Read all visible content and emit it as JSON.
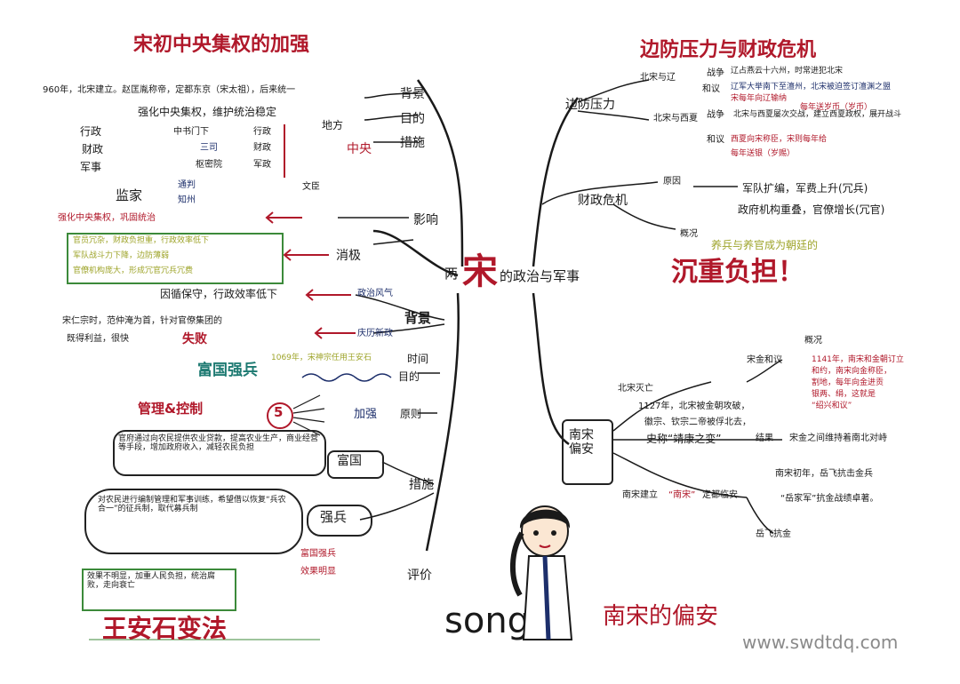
{
  "center": {
    "pre": "两",
    "big": "宋",
    "post": "的政治与军事"
  },
  "left_top": {
    "title": "宋初中央集权的加强",
    "bg": "背景",
    "purpose": "目的",
    "measure": "措施",
    "line1": "960年，北宋建立。赵匡胤称帝，定都东京（宋太祖），后来统一",
    "line2": "强化中央集权，维护统治稳定",
    "local": "地方",
    "centre": "中央",
    "mil": "军事",
    "fin": "财政",
    "adm": "行政",
    "shu": "枢密院",
    "san": "三司",
    "zhong": "中书门下",
    "jun": "军政",
    "cai": "财政",
    "xing": "行政",
    "zhi": "知州",
    "jianjia": "监家",
    "tongpan": "通判",
    "wen": "文臣",
    "effect_label": "影响",
    "pos_effect": "强化中央集权，巩固统治",
    "neg_effect": "消极",
    "neg1": "官员冗杂，财政负担重，行政效率低下",
    "neg2": "军队战斗力下降，边防薄弱",
    "neg3": "官僚机构庞大，形成冗官冗兵冗费"
  },
  "left_mid": {
    "bg_label": "背景",
    "bg_item1": "因循保守，行政效率低下",
    "bg_tag1": "政治风气",
    "bg_tag2": "庆历新政",
    "bg_item2a": "宋仁宗时，范仲淹为首，针对官僚集团的",
    "bg_item2b": "既得利益，很快",
    "bg_fail": "失败",
    "time_label": "时间",
    "time_val": "1069年，宋神宗任用王安石",
    "purpose_label": "目的",
    "purpose_val": "富国强兵",
    "principle_label": "原则",
    "principle_val": "加强",
    "reform_label": "措施",
    "manage": "管理&控制",
    "rich_box": "官府通过向农民提供农业贷款，提高农业生产，商业经营等手段，增加政府收入，减轻农民负担",
    "rich": "富国",
    "strong_box": "对农民进行编制管理和军事训练，希望借以恢复“兵农合一”的征兵制，取代募兵制",
    "strong": "强兵",
    "eval_label": "评价",
    "eval1": "富国强兵",
    "eval2": "效果明显",
    "eval_bad": "效果不明显，加重人民负担，统治腐败，走向衰亡"
  },
  "wang": "王安石变法",
  "song": "song",
  "nan": "南宋的偏安",
  "right_top": {
    "title": "边防压力与财政危机",
    "pressure": "边防压力",
    "liao": "北宋与辽",
    "war": "战争",
    "peace": "和议",
    "liao_war": "辽占燕云十六州，时常进犯北宋",
    "liao_peace": "辽军大举南下至澶州，北宋被迫签订澶渊之盟",
    "liao_peace2": "宋每年向辽输纳",
    "liao_peace3": "每年送岁币（岁币）",
    "xia": "北宋与西夏",
    "xia_war": "北宋与西夏屡次交战，建立西夏政权，展开战斗",
    "xia_peace": "西夏向宋称臣，宋则每年给",
    "xia_peace2": "每年送银（岁赐）",
    "fin": "财政危机",
    "cause": "原因",
    "cause1": "军队扩编，军费上升(冗兵)",
    "cause2": "政府机构重叠，官僚增长(冗官)",
    "gist": "概况",
    "gist_val": "养兵与养官成为朝廷的",
    "burden": "沉重负担！"
  },
  "right_bot": {
    "box": "南宋偏安",
    "north": "北宋灭亡",
    "north_val1": "1127年，北宋被金朝攻破，",
    "north_val2": "徽宗、钦宗二帝被俘北去，",
    "north_val3": "史称“靖康之变”",
    "south": "南宋建立",
    "south_tag": "“南宋”",
    "south_val": "定都临安",
    "peace": "宋金和议",
    "gist": "概况",
    "gist_val1": "1141年，南宋和金朝订立",
    "gist_val2": "和约，南宋向金称臣，",
    "gist_val3": "割地，每年向金进贡",
    "gist_val4": "银两、绢，这就是",
    "gist_val5": "“绍兴和议”",
    "result": "结果",
    "result_val": "宋金之间维持着南北对峙",
    "yue": "南宋初年，岳飞抗击金兵",
    "yue2": "“岳家军”抗金战绩卓著。",
    "yue_label": "岳飞抗金"
  },
  "watermark": "www.swdtdq.com"
}
